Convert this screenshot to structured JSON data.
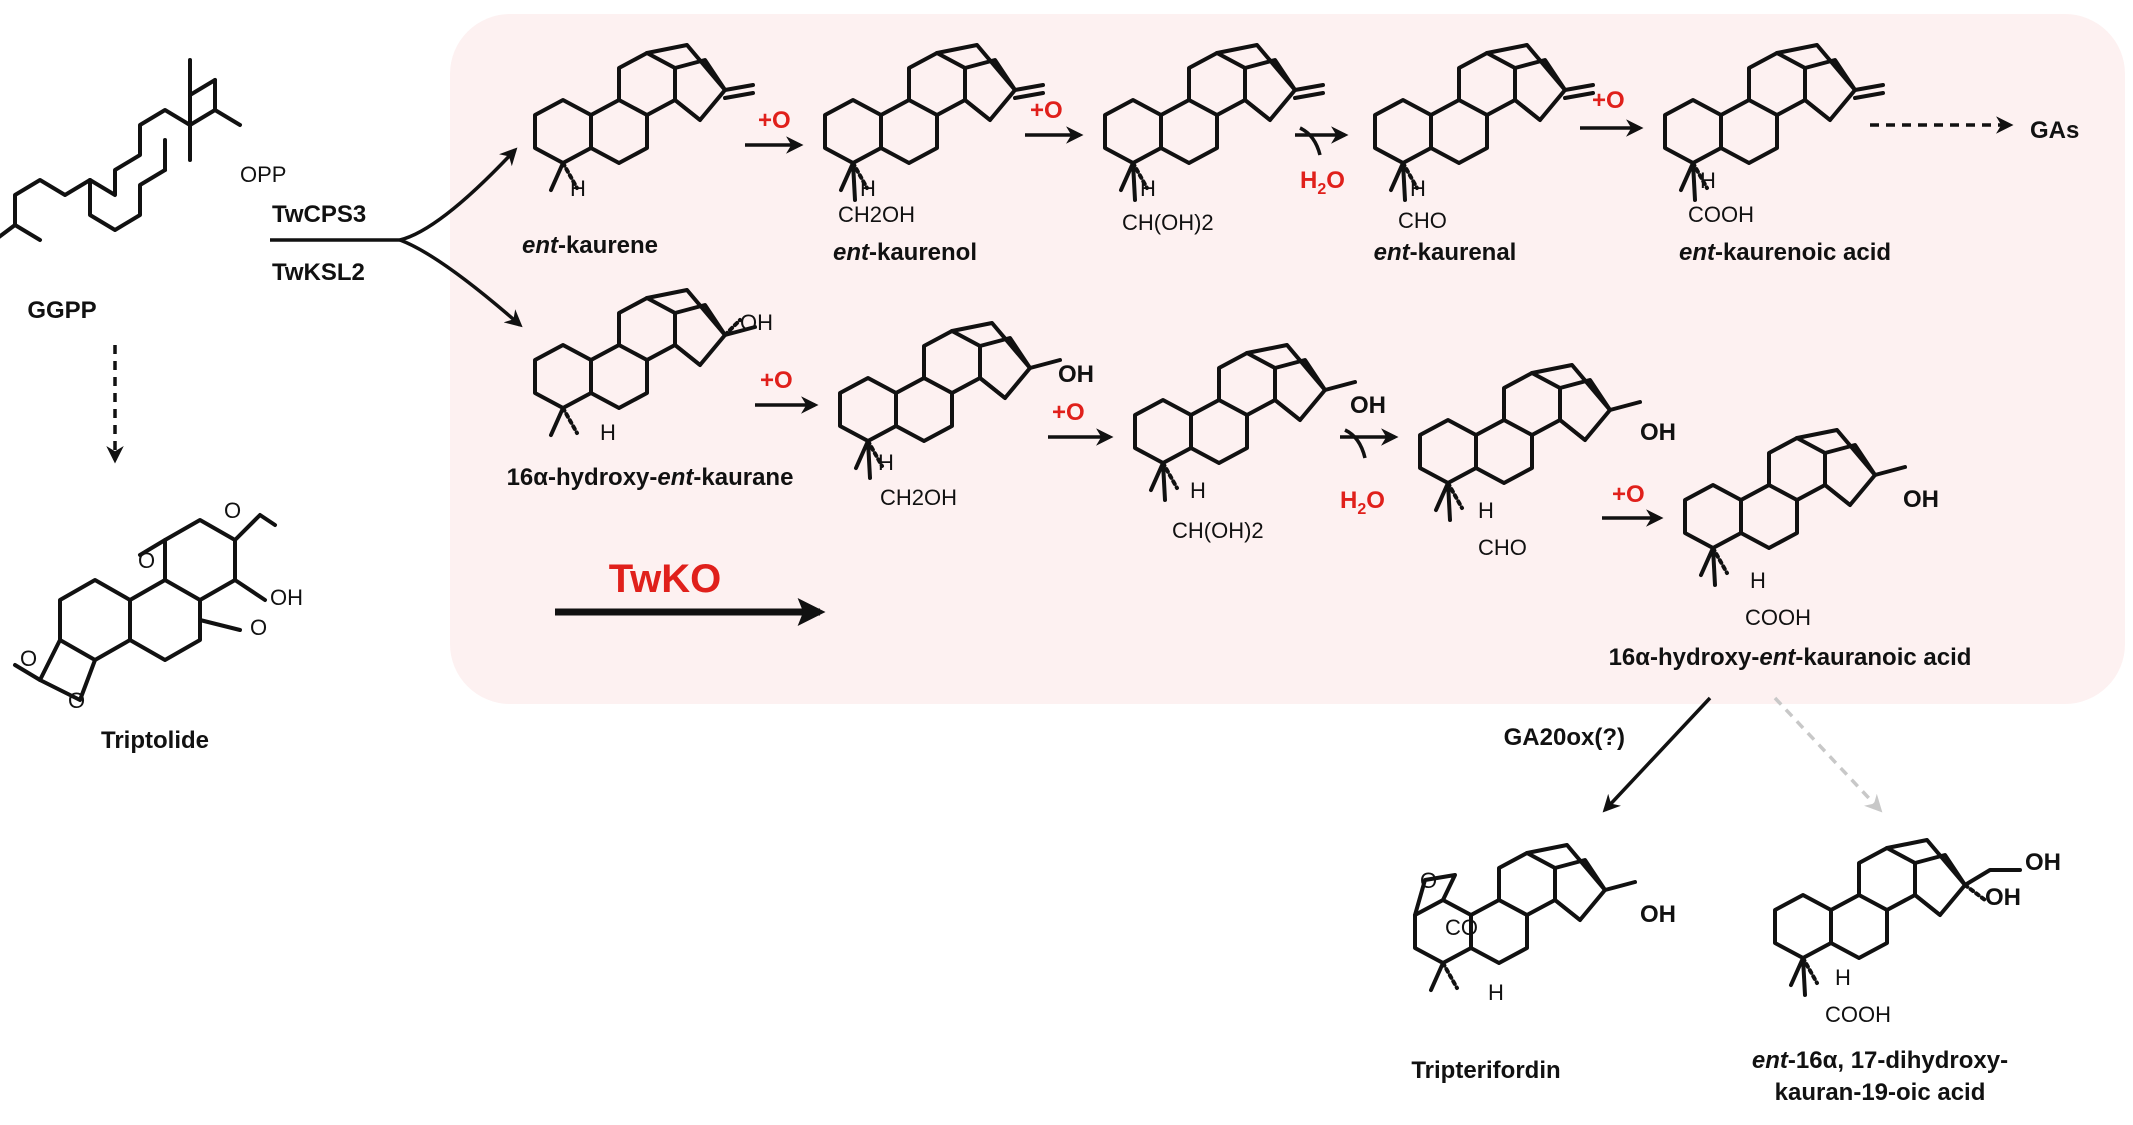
{
  "substrate": {
    "name": "GGPP",
    "group": "OPP"
  },
  "enzymes": {
    "cps": "TwCPS3",
    "ksl": "TwKSL2",
    "ko": "TwKO",
    "ga20ox": "GA20ox(?)"
  },
  "annotations": {
    "plus_o": "+O",
    "water": "H2O",
    "water_main": "H",
    "water_sub": "2",
    "water_tail": "O"
  },
  "atoms": {
    "h": "H",
    "oh": "OH",
    "o": "O",
    "co": "CO",
    "ch2oh": "CH2OH",
    "chOH2": "CH(OH)2",
    "cho": "CHO",
    "cooh": "COOH"
  },
  "upper_pathway": {
    "end": "GAs",
    "compounds": [
      {
        "label_prefix": "ent",
        "label_rest": "-kaurene",
        "group": ""
      },
      {
        "label_prefix": "ent",
        "label_rest": "-kaurenol",
        "group": "CH2OH"
      },
      {
        "label_prefix": "",
        "label_rest": "",
        "group": "CH(OH)2"
      },
      {
        "label_prefix": "ent",
        "label_rest": "-kaurenal",
        "group": "CHO"
      },
      {
        "label_prefix": "ent",
        "label_rest": "-kaurenoic acid",
        "group": "COOH"
      }
    ]
  },
  "lower_pathway": {
    "compounds": [
      {
        "label_a": "16α-hydroxy-",
        "label_it": "ent",
        "label_b": "-kaurane"
      },
      {
        "label_a": "",
        "label_it": "",
        "label_b": ""
      },
      {
        "label_a": "",
        "label_it": "",
        "label_b": ""
      },
      {
        "label_a": "",
        "label_it": "",
        "label_b": ""
      },
      {
        "label_a": "16α-hydroxy-",
        "label_it": "ent",
        "label_b": "-kauranoic acid"
      }
    ]
  },
  "side_products": {
    "triptolide": "Triptolide",
    "tripterifordin": "Tripterifordin",
    "dihydroxy_line1_it": "ent",
    "dihydroxy_line1": "-16α, 17-dihydroxy-",
    "dihydroxy_line2": "kauran-19-oic acid"
  },
  "colors": {
    "highlight_box": "#fdf1f1",
    "emphasis": "#e0201b",
    "grey_arrow": "#c8c8c8"
  }
}
